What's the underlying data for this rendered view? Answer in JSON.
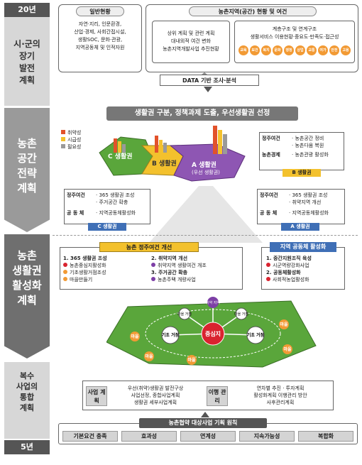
{
  "left": {
    "plan20": "20년",
    "long": [
      "시·군의",
      "장기",
      "발전",
      "계획"
    ],
    "strategy": [
      "농촌",
      "공간",
      "전략",
      "계획"
    ],
    "activation": [
      "농촌",
      "생활권",
      "활성화",
      "계획"
    ],
    "integration": [
      "복수",
      "사업의",
      "통합",
      "계획"
    ],
    "plan5": "5년"
  },
  "top": {
    "general_title": "일반현황",
    "general_lines": [
      "자연·지리, 인문환경,",
      "산업·경제, 사회간접시설,",
      "생활SOC, 문화·관광,",
      "지역공동체 및 인적자원"
    ],
    "rural_title": "농촌지역(공간) 현황 및 여건",
    "upper_lines": [
      "상위 계획 및 관련 계획",
      "대내외적 여건 변화",
      "농촌지역개발사업 추진현황"
    ],
    "struct_lines": [
      "계층구조 및 연계구조",
      "생활서비스 이용현황·중요도·만족도·접근성"
    ],
    "circles": [
      "교육",
      "보건",
      "복지",
      "문화",
      "행정",
      "상업",
      "교통",
      "여가",
      "안전",
      "고용"
    ],
    "data_label": "DATA 기반 조사·분석"
  },
  "banner": "생활권 구분, 정책과제 도출, 우선생활권 선정",
  "legend": [
    "취약성",
    "시급성",
    "필요성"
  ],
  "map": {
    "c": "C 생활권",
    "b": "B 생활권",
    "a": "A 생활권",
    "a_sub": "(우선 생활권)"
  },
  "b_box": {
    "r1_label": "정주여건",
    "r1": [
      "· 농촌공간 정비",
      "· 농촌다움 복원"
    ],
    "r2_label": "농촌경제",
    "r2": "· 농촌관광 활성화",
    "tag": "B 생활권"
  },
  "c_box": {
    "r1_label": "정주여건",
    "r1": [
      "· 365 생활권 조성",
      "· 주거공간 확충"
    ],
    "r2_label": "공 동 체",
    "r2": "· 지역공동체활성화",
    "tag": "C 생활권"
  },
  "a_box": {
    "r1_label": "정주여건",
    "r1": [
      "· 365 생활권 조성",
      "· 취약지역 개선"
    ],
    "r2_label": "공 동 체",
    "r2": "· 지역공동체활성화",
    "tag": "A 생활권"
  },
  "act_left": {
    "title": "농촌 정주여건 개선",
    "c1": [
      "1. 365 생활권 조성",
      "농촌중심지활성화",
      "기초생활거점조성",
      "마을만들기"
    ],
    "c2": [
      "2. 취약지역 개선",
      "취약지역 생활여건 개조",
      "3. 주거공간 확충",
      "농촌주택 개량사업"
    ]
  },
  "act_right": {
    "title": "지역 공동체 활성화",
    "lines": [
      "1. 중간지원조직 육성",
      "시군역량강화사업",
      "2. 공동체활성화",
      "사회적농업활성화"
    ]
  },
  "network": {
    "center": "중심지",
    "base": "기초 거점",
    "village": "마을",
    "village_base": "마을 거점",
    "vuln": "취약 지역"
  },
  "integ": {
    "l_label": "사업 계획",
    "l_lines": [
      "우선(취약)생활권 발전구상",
      "사업선정, 종합사업계획",
      "생활권 세부사업계획"
    ],
    "r_label": "이행 관리",
    "r_lines": [
      "연차별 추진 · 투자계획",
      "활성화계획 이행관리 방안",
      "사후관리계획"
    ]
  },
  "principle": {
    "title": "농촌협약 대상사업 기획 원칙",
    "items": [
      "기본요건 충족",
      "효과성",
      "연계성",
      "지속가능성",
      "복합화"
    ]
  },
  "colors": {
    "blue": "#3f6fb6",
    "yellow": "#f3c12d",
    "orange": "#f29a34",
    "green": "#5aa63b",
    "purple": "#7d3fa6",
    "red": "#d9232f"
  }
}
